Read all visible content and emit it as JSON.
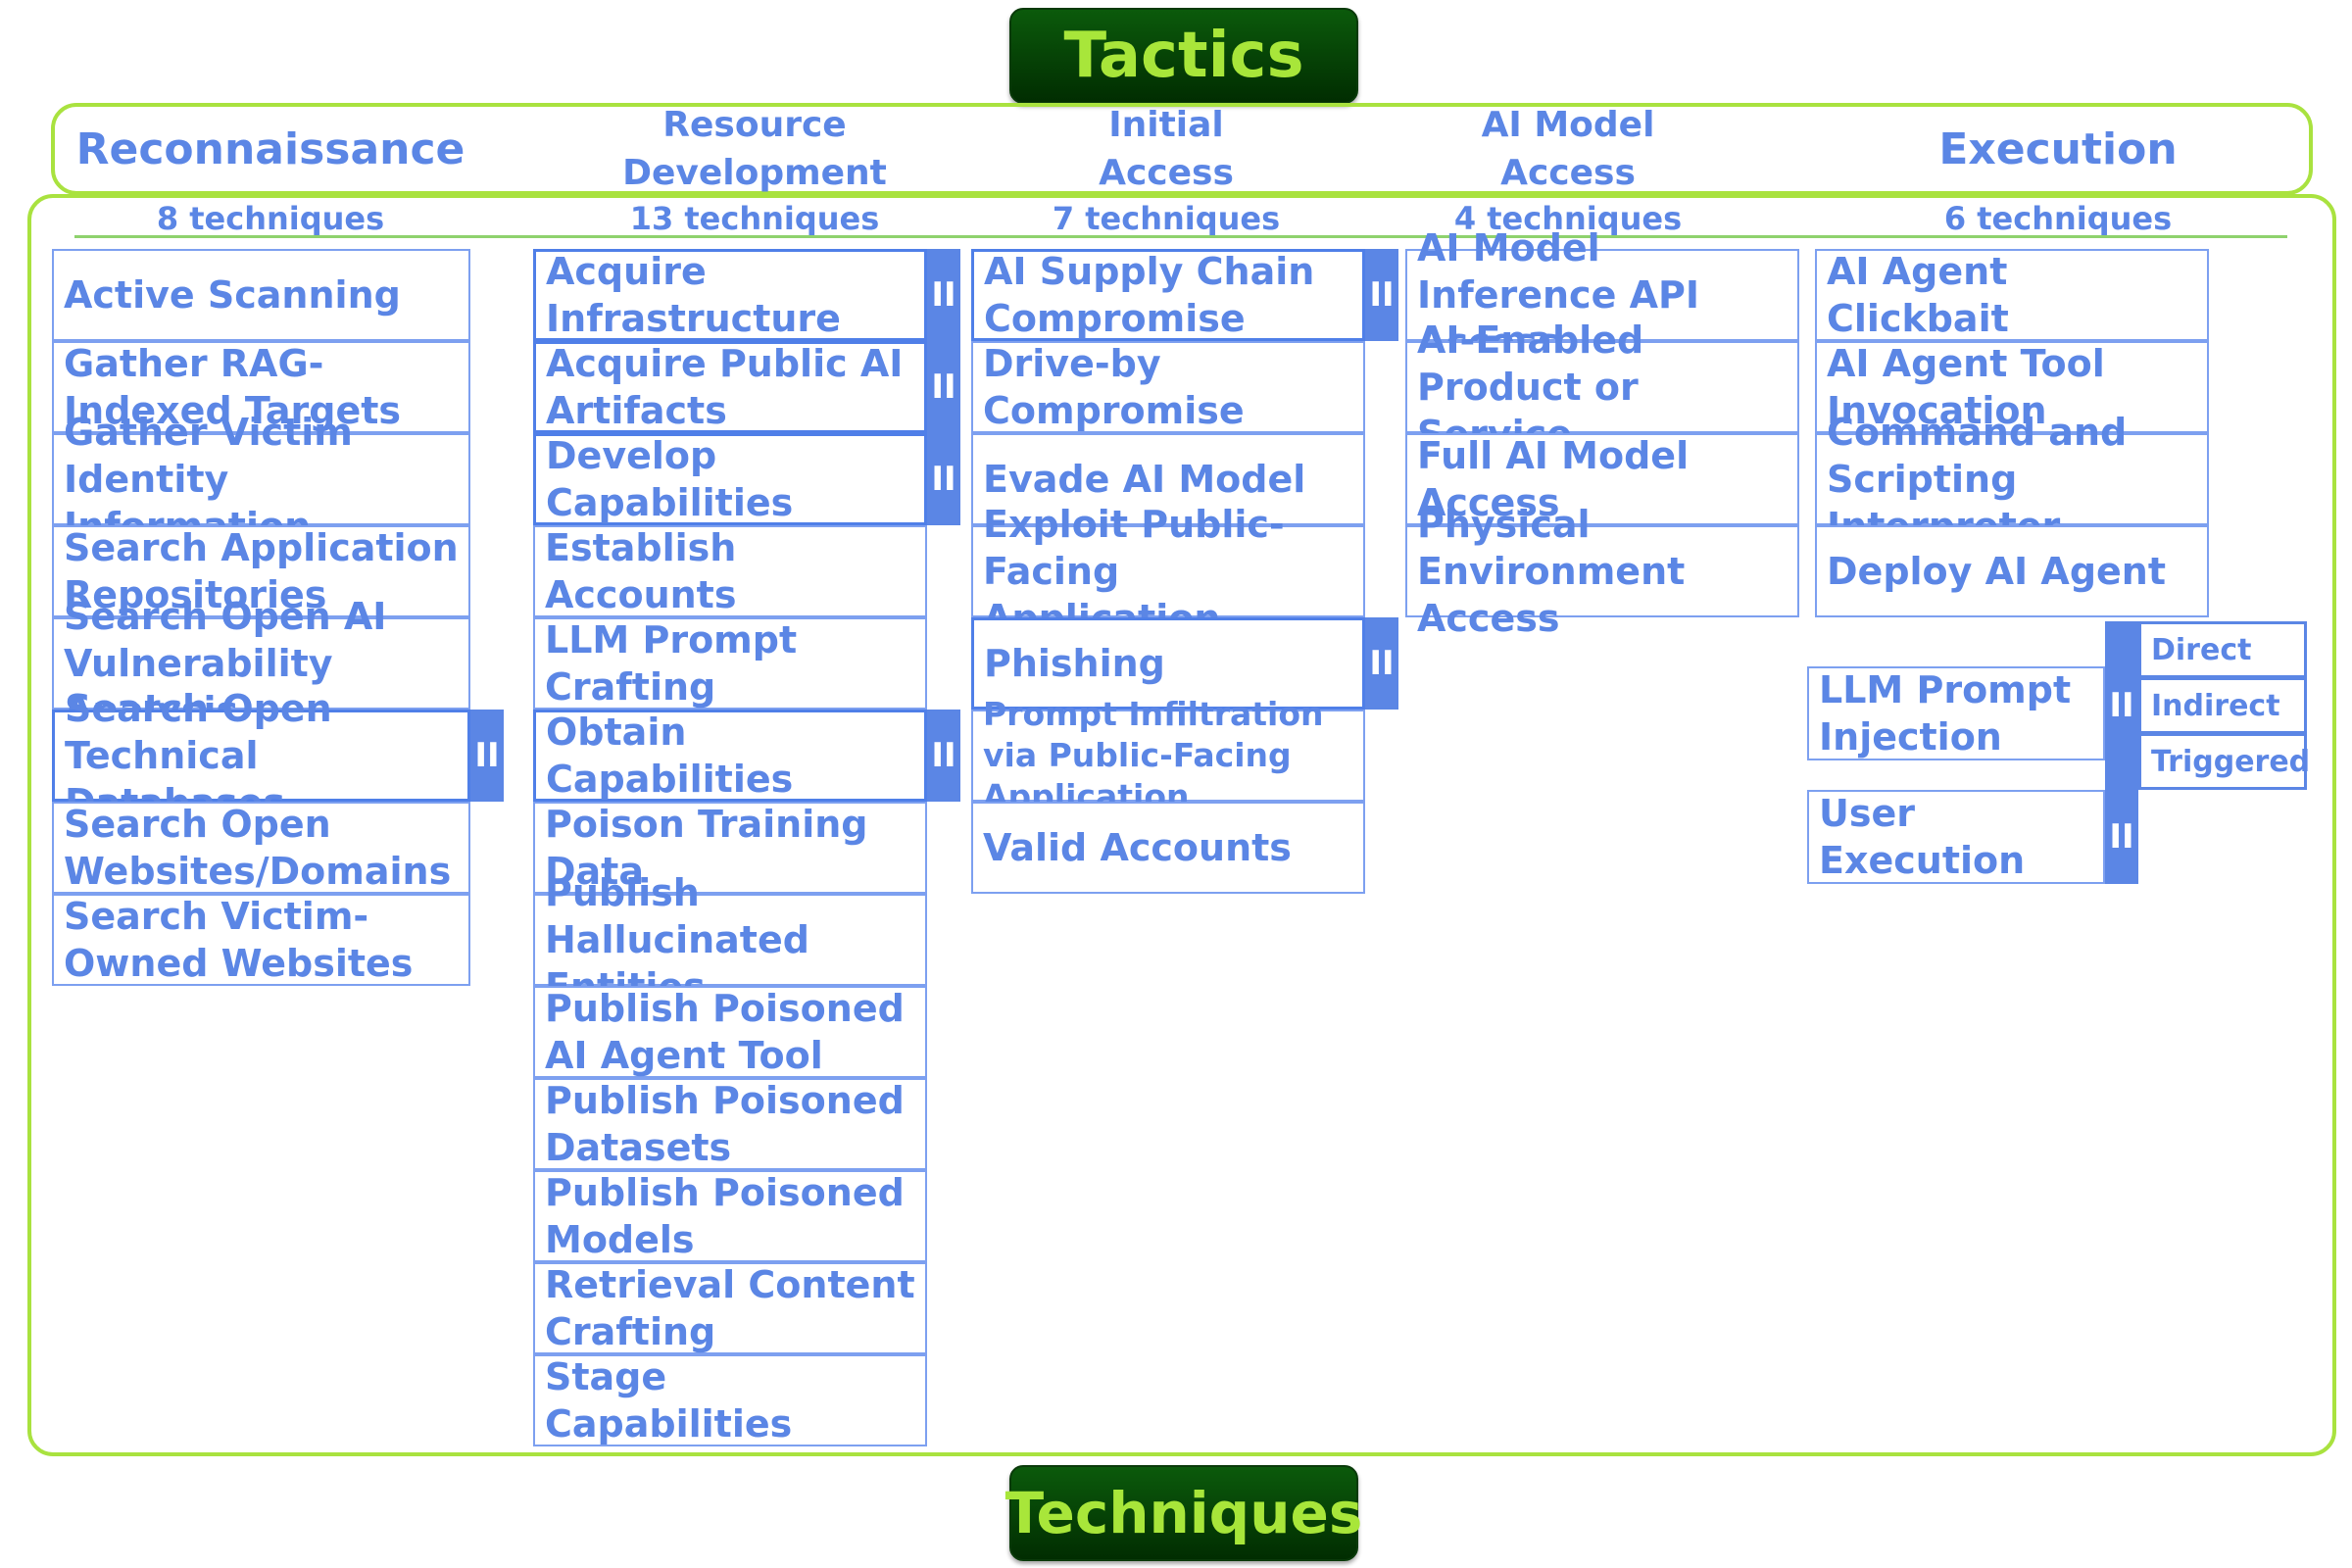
{
  "header": {
    "title": "Tactics"
  },
  "footer": {
    "title": "Techniques"
  },
  "subtechnique_marker": "II",
  "tactics": [
    {
      "name": "Reconnaissance",
      "count": "8 techniques"
    },
    {
      "name": "Resource Development",
      "count": "13 techniques"
    },
    {
      "name": "Initial Access",
      "count": "7 techniques"
    },
    {
      "name": "AI Model Access",
      "count": "4 techniques"
    },
    {
      "name": "Execution",
      "count": "6 techniques"
    }
  ],
  "techniques": {
    "reconnaissance": [
      {
        "label": "Active Scanning"
      },
      {
        "label": "Gather RAG-Indexed Targets"
      },
      {
        "label": "Gather Victim Identity Information"
      },
      {
        "label": "Search Application Repositories"
      },
      {
        "label": "Search Open AI Vulnerability Analysis"
      },
      {
        "label": "Search Open Technical Databases",
        "has_subtechniques": true
      },
      {
        "label": "Search Open Websites/Domains"
      },
      {
        "label": "Search Victim-Owned Websites"
      }
    ],
    "resource_development": [
      {
        "label": "Acquire Infrastructure",
        "has_subtechniques": true
      },
      {
        "label": "Acquire Public AI Artifacts",
        "has_subtechniques": true
      },
      {
        "label": "Develop Capabilities",
        "has_subtechniques": true
      },
      {
        "label": "Establish Accounts"
      },
      {
        "label": "LLM Prompt Crafting"
      },
      {
        "label": "Obtain Capabilities",
        "has_subtechniques": true
      },
      {
        "label": "Poison Training Data"
      },
      {
        "label": "Publish Hallucinated Entities"
      },
      {
        "label": "Publish Poisoned AI Agent Tool"
      },
      {
        "label": "Publish Poisoned Datasets"
      },
      {
        "label": "Publish Poisoned Models"
      },
      {
        "label": "Retrieval Content Crafting"
      },
      {
        "label": "Stage Capabilities"
      }
    ],
    "initial_access": [
      {
        "label": "AI Supply Chain Compromise",
        "has_subtechniques": true
      },
      {
        "label": "Drive-by Compromise"
      },
      {
        "label": "Evade AI Model"
      },
      {
        "label": "Exploit Public-Facing Application"
      },
      {
        "label": "Phishing",
        "has_subtechniques": true
      },
      {
        "label": "Prompt Infiltration via Public-Facing Application"
      },
      {
        "label": "Valid Accounts"
      }
    ],
    "ai_model_access": [
      {
        "label": "AI Model Inference API Access"
      },
      {
        "label": "AI-Enabled Product or Service"
      },
      {
        "label": "Full AI Model Access"
      },
      {
        "label": "Physical Environment Access"
      }
    ],
    "execution": [
      {
        "label": "AI Agent Clickbait"
      },
      {
        "label": "AI Agent Tool Invocation"
      },
      {
        "label": "Command and Scripting Interpreter"
      },
      {
        "label": "Deploy AI Agent"
      },
      {
        "label": "LLM Prompt Injection",
        "has_subtechniques": true,
        "subtechniques": [
          "Direct",
          "Indirect",
          "Triggered"
        ]
      },
      {
        "label": "User Execution",
        "has_subtechniques": true
      }
    ]
  },
  "colors": {
    "text": "#5b86e5",
    "border": "#7da0f0",
    "frame": "#a9e23f",
    "pill_bg": "#0b5a0b",
    "pill_text": "#a8e63a",
    "divider": "#8ed26d"
  }
}
